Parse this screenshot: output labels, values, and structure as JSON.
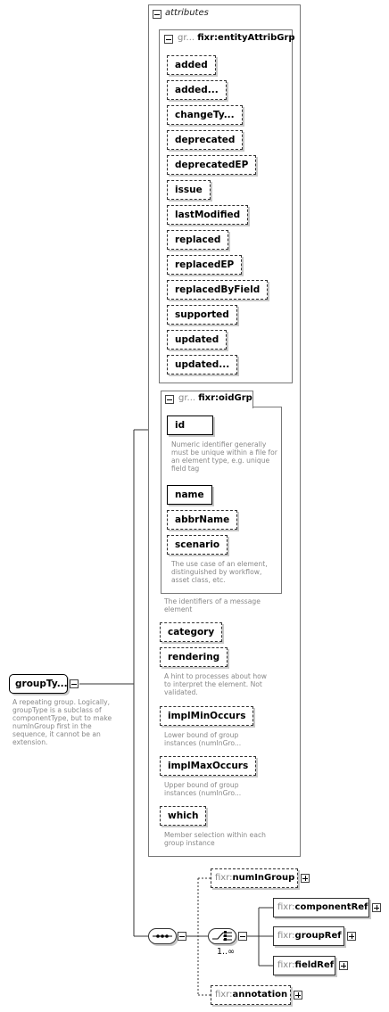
{
  "root": {
    "label": "groupTy...",
    "description": "A repeating group. Logically, groupType is a subclass of componentType, but to make numInGroup first in the sequence, it cannot be an extension."
  },
  "attributes_panel": {
    "title": "attributes"
  },
  "entity_attrib_grp": {
    "prefix": "gr...",
    "name": "fixr:entityAttribGrp",
    "items": [
      "added",
      "added...",
      "changeTy...",
      "deprecated",
      "deprecatedEP",
      "issue",
      "lastModified",
      "replaced",
      "replacedEP",
      "replacedByField",
      "supported",
      "updated",
      "updated..."
    ]
  },
  "oid_grp": {
    "prefix": "gr...",
    "name": "fixr:oidGrp",
    "id": {
      "label": "id",
      "note": "Numeric identifier generally must be unique within a file for an element type, e.g. unique field tag"
    },
    "name_attr": {
      "label": "name"
    },
    "abbr_name": {
      "label": "abbrName"
    },
    "scenario": {
      "label": "scenario",
      "note": "The use case of an element, distinguished by workflow, asset class, etc."
    },
    "group_note": "The identifiers of a message element"
  },
  "category": {
    "label": "category"
  },
  "rendering": {
    "label": "rendering",
    "note": "A hint to processes about how to interpret the element. Not validated."
  },
  "impl_min_occurs": {
    "label": "implMinOccurs",
    "note": "Lower bound of group instances (numInGro..."
  },
  "impl_max_occurs": {
    "label": "implMaxOccurs",
    "note": "Upper bound of group instances (numInGro..."
  },
  "which": {
    "label": "which",
    "note": "Member selection within each group instance"
  },
  "content": {
    "num_in_group": {
      "ns": "fixr:",
      "name": "numInGroup"
    },
    "choice_card": "1..∞",
    "component_ref": {
      "ns": "fixr:",
      "name": "componentRef"
    },
    "group_ref": {
      "ns": "fixr:",
      "name": "groupRef"
    },
    "field_ref": {
      "ns": "fixr:",
      "name": "fieldRef"
    },
    "annotation": {
      "ns": "fixr:",
      "name": "annotation"
    }
  }
}
